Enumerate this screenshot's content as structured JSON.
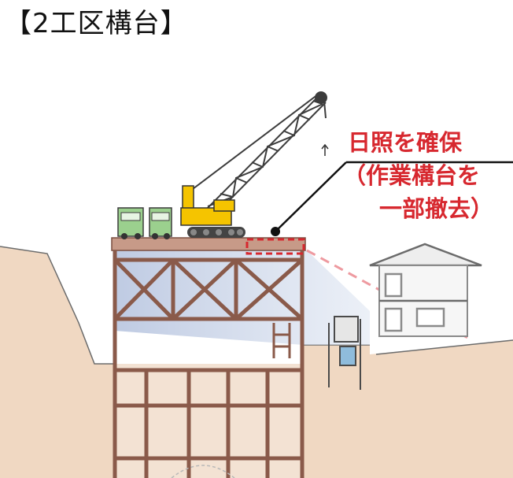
{
  "title": "【2工区構台】",
  "annotation": {
    "line1": "日照を確保",
    "line2": "（作業構台を",
    "line3": "一部撤去）"
  },
  "colors": {
    "annotation_text": "#d7282f",
    "ground": "#f0d8c2",
    "steel_frame": "#8a5a4a",
    "deck": "#b07a66",
    "crane": "#f5c400",
    "dump_truck": "#9bd08e",
    "shadow": "#c9d3e6"
  }
}
